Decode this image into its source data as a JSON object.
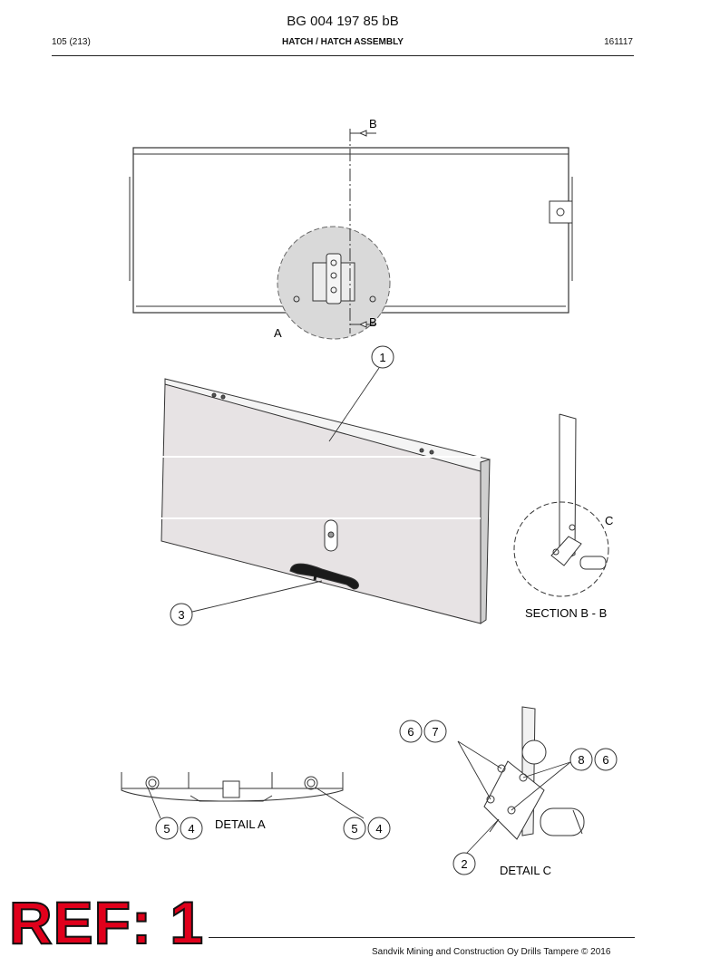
{
  "header": {
    "document_number": "BG 004 197 85 bB",
    "page": "105 (213)",
    "section_title": "HATCH / HATCH ASSEMBLY",
    "date_code": "161117"
  },
  "drawing": {
    "section_markers": {
      "top": "B",
      "bottom": "B"
    },
    "detail_marker_a": "A",
    "detail_marker_c": "C",
    "callouts": [
      "1",
      "3",
      "6",
      "7",
      "8",
      "6",
      "5",
      "4",
      "5",
      "4",
      "2"
    ],
    "captions": {
      "section": "SECTION B - B",
      "detail_a": "DETAIL A",
      "detail_c": "DETAIL C"
    }
  },
  "stamp": {
    "label": "REF: 1"
  },
  "footer": {
    "copyright": "Sandvik Mining and Construction Oy Drills Tampere © 2016"
  }
}
